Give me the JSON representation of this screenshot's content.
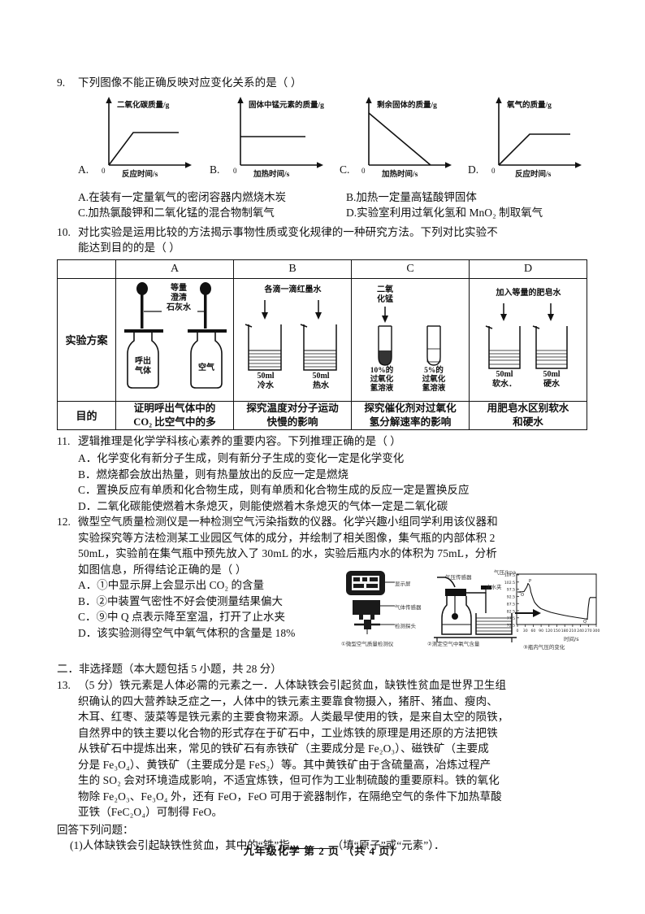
{
  "q9": {
    "number": "9.",
    "stem": "下列图像不能正确反映对应变化关系的是（      ）",
    "graphs": [
      {
        "letter": "A.",
        "zero": "0",
        "ylabel": "二氧化碳质量/g",
        "xlabel": "反应时间/s",
        "shape": "rise-plateau"
      },
      {
        "letter": "B.",
        "zero": "0",
        "ylabel": "固体中锰元素的质量/g",
        "xlabel": "加热时间/s",
        "shape": "flat"
      },
      {
        "letter": "C.",
        "zero": "0",
        "ylabel": "剩余固体的质量/g",
        "xlabel": "加热时间/s",
        "shape": "decline-to-zero"
      },
      {
        "letter": "D.",
        "zero": "0",
        "ylabel": "氧气的质量/g",
        "xlabel": "反应时间/s",
        "shape": "rise-plateau"
      }
    ],
    "options": [
      "A.在装有一定量氧气的密闭容器内燃烧木炭",
      "B.加热一定量高锰酸钾固体",
      "C.加热氯酸钾和二氧化锰的混合物制氧气",
      "D.实验室利用过氧化氢和 MnO₂ 制取氧气"
    ]
  },
  "q10": {
    "number": "10.",
    "stem_line1": "对比实验是运用比较的方法揭示事物性质或变化规律的一种研究方法。下列对比实验不",
    "stem_line2": "能达到目的的是（     ）",
    "table": {
      "col_headers": [
        "",
        "A",
        "B",
        "C",
        "D"
      ],
      "row_labels": [
        "实验方案",
        "目的"
      ],
      "scheme_a": {
        "top_label_l1": "等量",
        "top_label_l2": "澄清",
        "top_label_l3": "石灰水",
        "bottle1_l1": "呼出",
        "bottle1_l2": "气体",
        "bottle2": "空气"
      },
      "scheme_b": {
        "top_label": "各滴一滴红墨水",
        "beaker1_vol": "50ml",
        "beaker1_name": "冷水",
        "beaker2_vol": "50ml",
        "beaker2_name": "热水"
      },
      "scheme_c": {
        "top_label_l1": "二氧",
        "top_label_l2": "化锰",
        "tube1_l1": "10%的",
        "tube1_l2": "过氧化",
        "tube1_l3": "氢溶液",
        "tube2_l1": "5%的",
        "tube2_l2": "过氧化",
        "tube2_l3": "氢溶液"
      },
      "scheme_d": {
        "top_label": "加入等量的肥皂水",
        "beaker1_vol": "50ml",
        "beaker1_name": "软水．",
        "beaker2_vol": "50ml",
        "beaker2_name": "硬水"
      },
      "purposes": [
        {
          "l1": "证明呼出气体中的",
          "l2": "CO₂ 比空气中的多"
        },
        {
          "l1": "探究温度对分子运动",
          "l2": "快慢的影响"
        },
        {
          "l1": "探究催化剂对过氧化",
          "l2": "氢分解速率的影响"
        },
        {
          "l1": "用肥皂水区别软水",
          "l2": "和硬水"
        }
      ]
    }
  },
  "q11": {
    "number": "11.",
    "stem": "逻辑推理是化学学科核心素养的重要内容。下列推理正确的是（      ）",
    "options": [
      "A．化学变化有新分子生成，则有新分子生成的变化一定是化学变化",
      "B．燃烧都会放出热量，则有热量放出的反应一定是燃烧",
      "C．置换反应有单质和化合物生成，则有单质和化合物生成的反应一定是置换反应",
      "D．二氧化碳能使燃着木条熄灭，则能使燃着木条熄灭的气体一定是二氧化碳"
    ]
  },
  "q12": {
    "number": "12.",
    "stem_lines": [
      "微型空气质量检测仪是一种检测空气污染指数的仪器。化学兴趣小组同学利用该仪器和",
      "实验探究等方法检测某工业园区气体的成分，并绘制了相关图像，集气瓶的内部体积 2",
      "50mL，实验前在集气瓶中预先放入了 30mL 的水，实验后瓶内水的体积为 75mL，分析",
      "如图信息，所得结论正确的是（   ）"
    ],
    "options": [
      "A．①中显示屏上会显示出 CO₂ 的含量",
      "B．②中装置气密性不好会使测量结果偏大",
      "C．⑨中 Q 点表示降至室温，打开了止水夹",
      "D．该实验测得空气中氧气体积的含量是 18%"
    ],
    "figure": {
      "caption1": "①微型空气质量检测仪",
      "caption2": "②测定空气中氧气含量",
      "caption3": "③瓶内气压的变化",
      "label_display": "显示屏",
      "label_sensor": "气体传感器",
      "label_probe": "检测探头",
      "label_pressure_sensor": "气压传感器",
      "label_clamp": "止水夹",
      "point_p": "P",
      "point_q": "Q",
      "point_o": "O"
    }
  },
  "chart_data": {
    "type": "line",
    "title": "③瓶内气压的变化",
    "xlabel": "时间/s",
    "ylabel": "气压/kpa",
    "xlim": [
      0,
      300
    ],
    "ylim": [
      72.5,
      107.5
    ],
    "xticks": [
      "0",
      "30",
      "60",
      "90",
      "120",
      "150",
      "180",
      "210",
      "240",
      "270",
      "300"
    ],
    "yticks": [
      "107.5",
      "102.5",
      "97.5",
      "92.5",
      "87.5",
      "82.5",
      "77.5",
      "72.5"
    ],
    "annotations": [
      {
        "label": "O",
        "x": 8,
        "y": 100.5
      },
      {
        "label": "P",
        "x": 40,
        "y": 105.5
      },
      {
        "label": "Q",
        "x": 262,
        "y": 76.5
      }
    ],
    "series": [
      {
        "name": "瓶内气压",
        "x": [
          0,
          10,
          25,
          35,
          40,
          45,
          52,
          60,
          70,
          85,
          100,
          120,
          145,
          170,
          200,
          230,
          255,
          265,
          272,
          278,
          285,
          300
        ],
        "y": [
          100.5,
          100.5,
          100.8,
          103.5,
          105.2,
          100.0,
          93.5,
          89.5,
          87.2,
          85.0,
          83.6,
          82.2,
          80.8,
          79.6,
          78.4,
          77.4,
          76.6,
          76.4,
          82.0,
          89.0,
          93.5,
          93.5
        ]
      }
    ]
  },
  "section2": {
    "title": "二．非选择题（本大题包括 5 小题，共 28 分）"
  },
  "q13": {
    "number": "13.",
    "lines": [
      "（5 分）铁元素是人体必需的元素之一．人体缺铁会引起贫血，缺铁性贫血是世界卫生组",
      "织确认的四大营养缺乏症之一，人体中的铁元素主要靠食物摄入，猪肝、猪血、瘦肉、",
      "木耳、红枣、菠菜等是铁元素的主要食物来源。人类最早使用的铁，是来自太空的陨铁，",
      "自然界中的铁主要以化合物的形式存在于矿石中，工业炼铁的原理是用还原的方法把铁",
      "从铁矿石中提炼出来，常见的铁矿石有赤铁矿（主要成分是 Fe₂O₃）、磁铁矿（主要成",
      "分是 Fe₃O₄）、黄铁矿（主要成分是 FeS₂）等。其中黄铁矿由于含硫量高，冶炼过程产",
      "生的 SO₂ 会对环境造成影响，不适宜炼铁，但可作为工业制硫酸的重要原料。铁的氧化",
      "物除 Fe₂O₃、Fe₃O₄ 外，还有 FeO，FeO 可用于瓷器制作，在隔绝空气的条件下加热草酸",
      "亚铁（FeC₂O₄）可制得 FeO。"
    ],
    "answer_prompt": "回答下列问题：",
    "sub1_pre": "(1)人体缺铁会引起缺铁性贫血，其中的“铁”指",
    "sub1_post": "（填“原子”或“元素”）．"
  },
  "footer": {
    "text": "九年级化学  第 2 页  （共 4 页）"
  },
  "colors": {
    "ink": "#111111",
    "rule": "#111111"
  }
}
